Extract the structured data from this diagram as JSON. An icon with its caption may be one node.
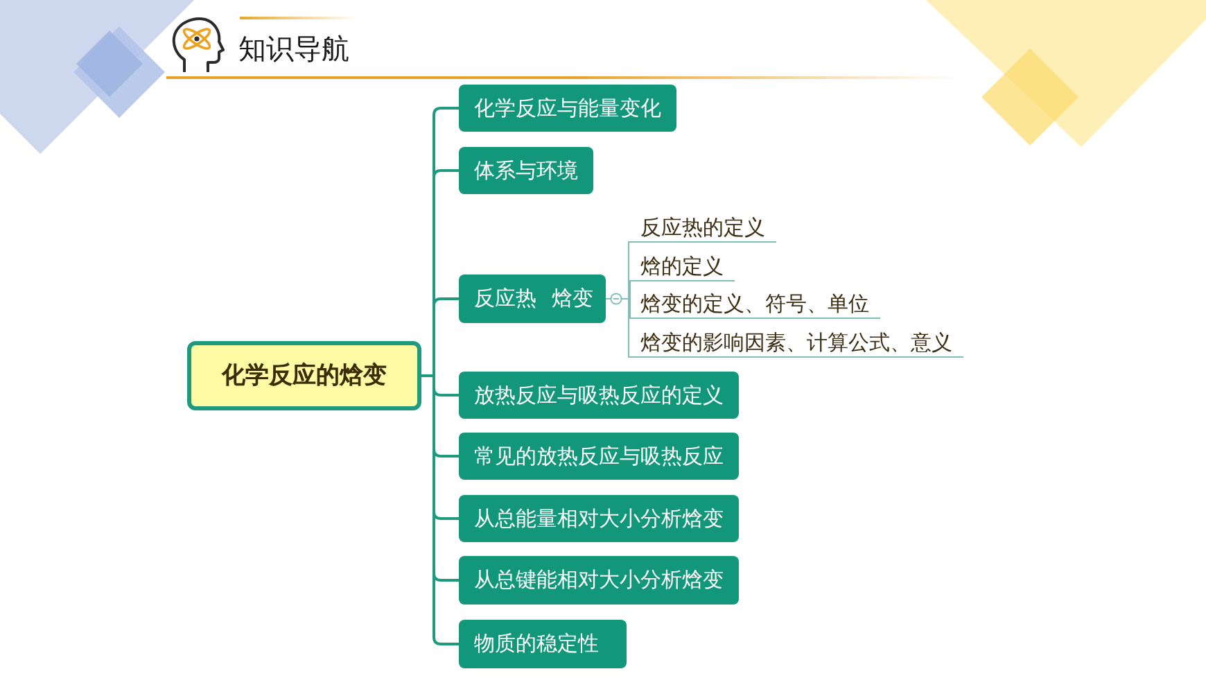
{
  "diagram": {
    "title": "知识导航",
    "nodes": [
      {
        "text": [
          "化学反应的焓变"
        ]
      },
      {
        "text": [
          "化学反应与能量变化"
        ]
      },
      {
        "text": [
          "体系与环境"
        ]
      },
      {
        "text": [
          "反应热 焓变"
        ]
      },
      {
        "text": [
          "放热反应与吸热反应的定义"
        ]
      },
      {
        "text": [
          "常见的放热反应与吸热反应"
        ]
      },
      {
        "text": [
          "从总能量相对大小分析焓变"
        ]
      },
      {
        "text": [
          "从总键能相对大小分析焓变"
        ]
      },
      {
        "text": [
          "物质的稳定性"
        ]
      },
      {
        "text": [
          "反应热的定义"
        ]
      },
      {
        "text": [
          "焓的定义"
        ]
      },
      {
        "text": [
          "焓变的定义、符号、单位"
        ]
      },
      {
        "text": [
          "焓变的影响因素、计算公式、意义"
        ]
      }
    ],
    "edges": [
      {
        "from": 0,
        "to": 1,
        "arrow": "none"
      },
      {
        "from": 0,
        "to": 2,
        "arrow": "none"
      },
      {
        "from": 0,
        "to": 3,
        "arrow": "none"
      },
      {
        "from": 0,
        "to": 4,
        "arrow": "none"
      },
      {
        "from": 0,
        "to": 5,
        "arrow": "none"
      },
      {
        "from": 0,
        "to": 6,
        "arrow": "none"
      },
      {
        "from": 0,
        "to": 7,
        "arrow": "none"
      },
      {
        "from": 0,
        "to": 8,
        "arrow": "none"
      },
      {
        "from": 3,
        "to": 9,
        "arrow": "none",
        "color": "#7fbfb5"
      },
      {
        "from": 3,
        "to": 10,
        "arrow": "none",
        "color": "#7fbfb5"
      },
      {
        "from": 3,
        "to": 11,
        "arrow": "none",
        "color": "#7fbfb5"
      },
      {
        "from": 3,
        "to": 12,
        "arrow": "none",
        "color": "#7fbfb5"
      }
    ]
  }
}
